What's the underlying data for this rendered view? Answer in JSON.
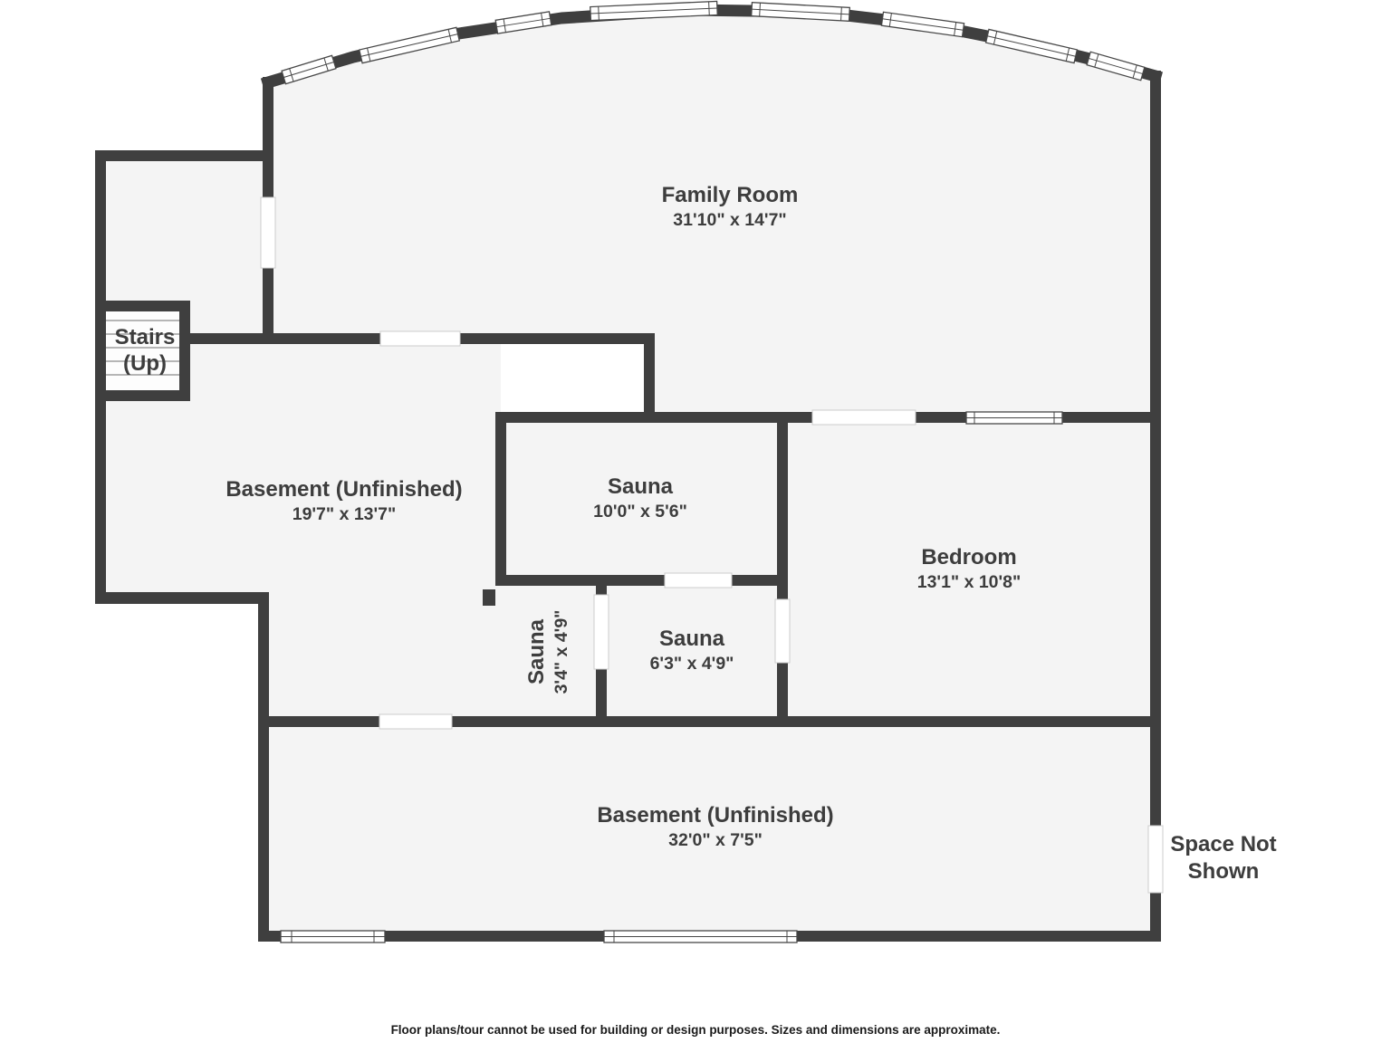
{
  "colors": {
    "wall": "#3f3f3f",
    "floor": "#f4f4f4",
    "label_text": "#3d3d3d",
    "stair_tread": "#b6b6b6"
  },
  "rooms": [
    {
      "id": "family-room",
      "name": "Family Room",
      "dims": "31'10\" x 14'7\""
    },
    {
      "id": "stairs",
      "name": "Stairs",
      "dims": "(Up)"
    },
    {
      "id": "basement-upper",
      "name": "Basement (Unfinished)",
      "dims": "19'7\" x 13'7\""
    },
    {
      "id": "sauna-large",
      "name": "Sauna",
      "dims": "10'0\" x 5'6\""
    },
    {
      "id": "bedroom",
      "name": "Bedroom",
      "dims": "13'1\" x 10'8\""
    },
    {
      "id": "sauna-small-left",
      "name": "Sauna",
      "dims": "3'4\" x 4'9\""
    },
    {
      "id": "sauna-small-right",
      "name": "Sauna",
      "dims": "6'3\" x 4'9\""
    },
    {
      "id": "basement-lower",
      "name": "Basement (Unfinished)",
      "dims": "32'0\" x 7'5\""
    }
  ],
  "annotations": {
    "space_not_shown": "Space Not Shown"
  },
  "footer": {
    "disclaimer": "Floor plans/tour cannot be used for building or design purposes. Sizes and dimensions are approximate."
  }
}
